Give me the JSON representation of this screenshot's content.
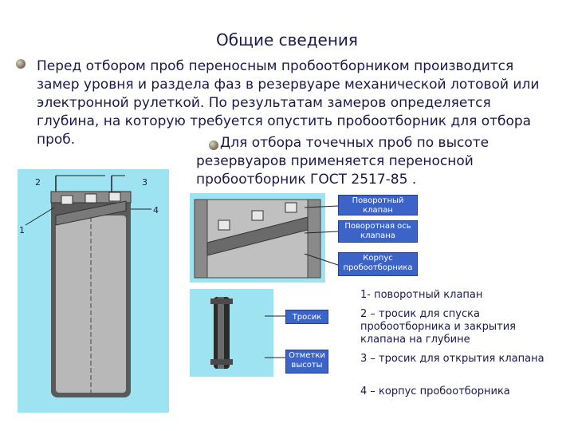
{
  "slide": {
    "title": "Общие сведения",
    "intro": "Перед отбором проб переносным пробоотборником производится замер уровня и раздела фаз в резервуаре механической лотовой или электронной рулеткой. По результатам замеров определяется глубина, на которую требуется опустить пробоотборник для отбора проб.",
    "point_sampling": "Для отбора точечных проб по высоте резервуаров применяется переносной пробоотборник ГОСТ 2517-85 ."
  },
  "figure_left": {
    "labels": {
      "n1": "1",
      "n2": "2",
      "n3": "3",
      "n4": "4"
    }
  },
  "figure_right_top": {
    "callouts": {
      "valve": "Поворотный клапан",
      "axis": "Поворотная ось клапана",
      "body": "Корпус пробоотборника"
    }
  },
  "figure_right_bottom": {
    "callouts": {
      "cable": "Тросик",
      "marks": "Отметки высоты"
    }
  },
  "legend": {
    "items": [
      "1- поворотный клапан",
      "2 – тросик для спуска пробоотборника и закрытия клапана на глубине",
      "3 – тросик для открытия клапана",
      "4 – корпус пробоотборника"
    ]
  },
  "colors": {
    "panel": "#9ee3f2",
    "callout": "#3b63c8",
    "text": "#1a1a4a"
  }
}
